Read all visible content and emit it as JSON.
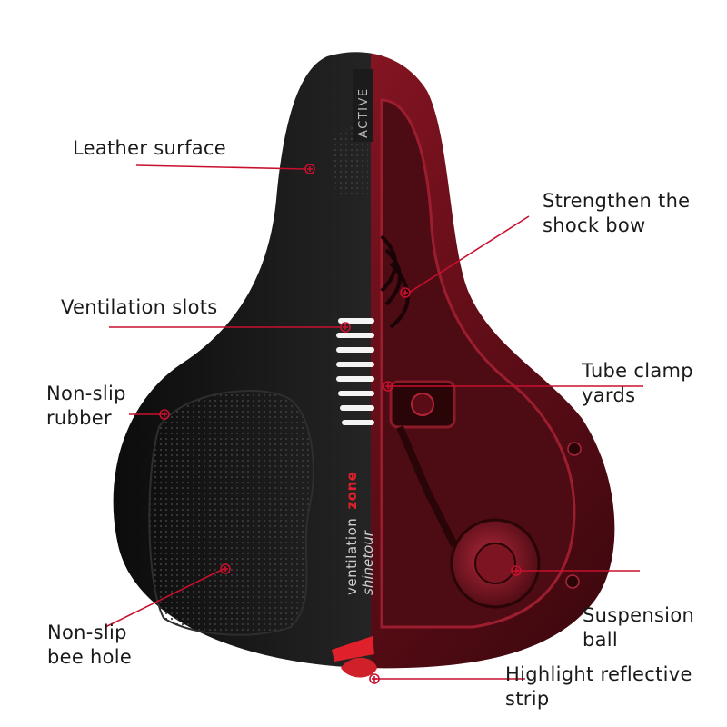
{
  "product": {
    "brand_badge": "ACTIVE",
    "side_text_1": "ventilation",
    "side_text_accent": "zone",
    "side_text_2": "shinetour"
  },
  "labels": {
    "leather_surface": "Leather surface",
    "shock_bow_line1": "Strengthen the",
    "shock_bow_line2": "shock bow",
    "ventilation_slots": "Ventilation slots",
    "nonslip_rubber_line1": "Non-slip",
    "nonslip_rubber_line2": "rubber",
    "tube_clamp_line1": "Tube clamp",
    "tube_clamp_line2": "yards",
    "suspension_ball_line1": "Suspension",
    "suspension_ball_line2": "ball",
    "bee_hole_line1": "Non-slip",
    "bee_hole_line2": "bee hole",
    "reflective_line1": "Highlight reflective",
    "reflective_line2": "strip"
  },
  "colors": {
    "callout_line": "#c8102e",
    "seat_black": "#141414",
    "seat_red": "#7a1320",
    "accent_red": "#e0202a",
    "label_text": "#1a1a1a"
  }
}
